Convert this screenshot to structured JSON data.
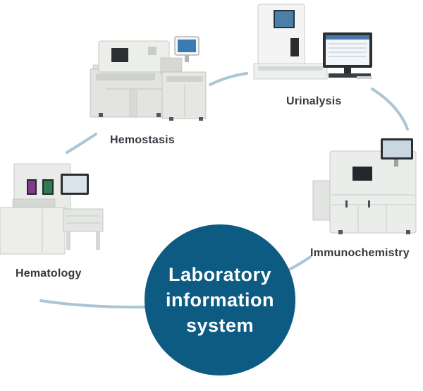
{
  "center": {
    "lines": [
      "Laboratory",
      "information",
      "system"
    ],
    "color": "#0d5a83"
  },
  "nodes": [
    {
      "id": "hemostasis",
      "label": "Hemostasis",
      "icon": "hemostasis-analyzer-icon"
    },
    {
      "id": "urinalysis",
      "label": "Urinalysis",
      "icon": "urinalysis-analyzer-icon"
    },
    {
      "id": "immunochemistry",
      "label": "Immunochemistry",
      "icon": "immunochemistry-analyzer-icon"
    },
    {
      "id": "hematology",
      "label": "Hematology",
      "icon": "hematology-analyzer-icon"
    }
  ],
  "connector_color": "#a9c6d8"
}
